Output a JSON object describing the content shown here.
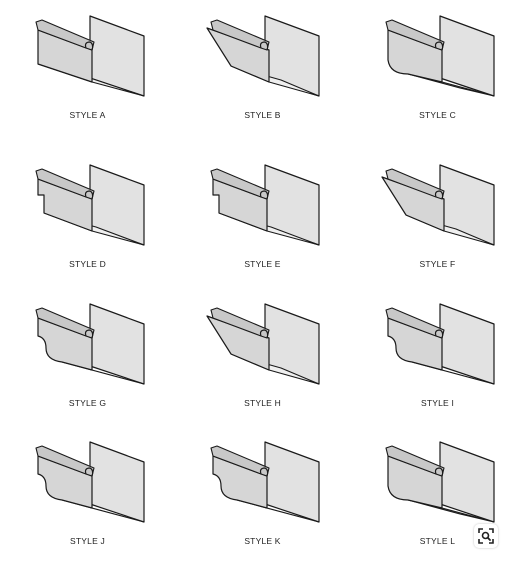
{
  "styles": [
    {
      "label": "STYLE A",
      "shape": "square"
    },
    {
      "label": "STYLE B",
      "shape": "angled"
    },
    {
      "label": "STYLE C",
      "shape": "round"
    },
    {
      "label": "STYLE D",
      "shape": "stepped"
    },
    {
      "label": "STYLE E",
      "shape": "stepped"
    },
    {
      "label": "STYLE F",
      "shape": "angled"
    },
    {
      "label": "STYLE G",
      "shape": "ogee"
    },
    {
      "label": "STYLE H",
      "shape": "angled"
    },
    {
      "label": "STYLE I",
      "shape": "ogee"
    },
    {
      "label": "STYLE J",
      "shape": "ogee"
    },
    {
      "label": "STYLE K",
      "shape": "ogee"
    },
    {
      "label": "STYLE L",
      "shape": "round"
    }
  ],
  "colors": {
    "face": "#d6d6d6",
    "back": "#e2e2e2",
    "stroke": "#1a1a1a"
  },
  "icons": {
    "lens": "visual-search-icon"
  }
}
